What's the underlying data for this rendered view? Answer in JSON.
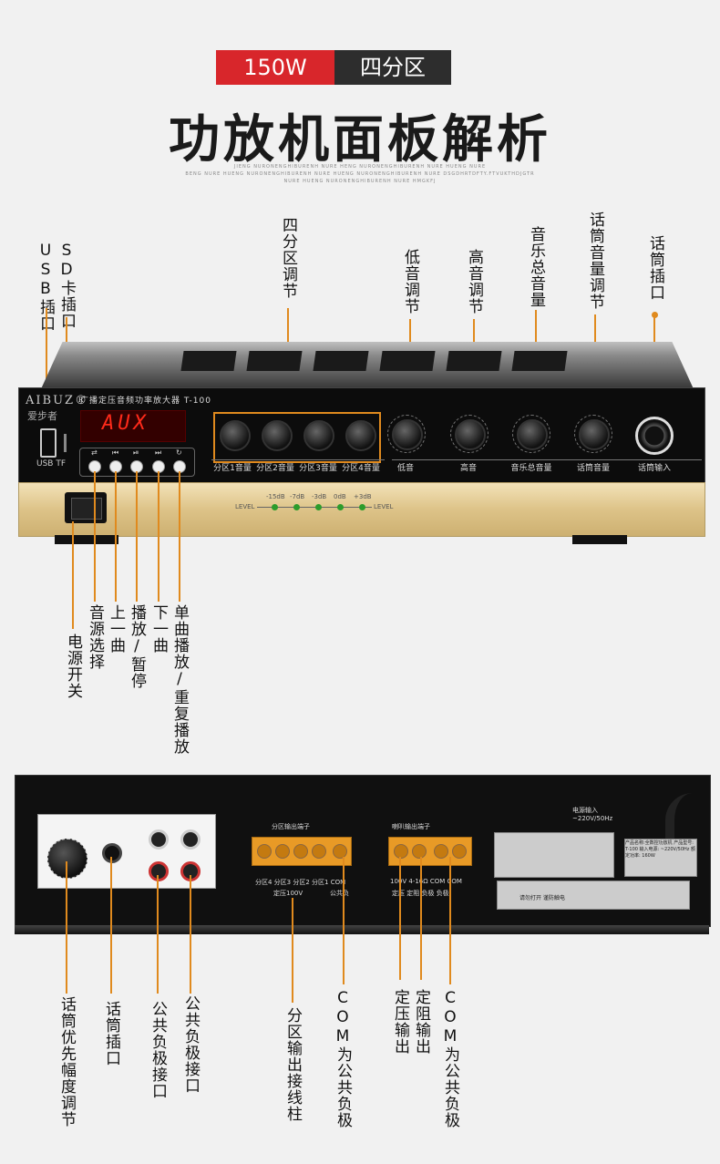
{
  "header": {
    "tag_power": "150W",
    "tag_zones": "四分区",
    "title": "功放机面板解析",
    "sub1": "JIENG NURONENGHIBURENH NURE HENG NURONENGHIBURENH NURE HUENG NURE",
    "sub2": "BENG NURE HUENG NURONENGHIBURENH NURE HUENG NURONENGHIBURENH NURE DSGDHRTDFTY.FTVUKTHDJGTR",
    "sub3": "NURE HUENG NURONENGHIBURENH NURE HMGKFJ"
  },
  "front": {
    "brand": "AIBUZ®",
    "brand_cn": "爱步者",
    "model": "广播定压音频功率放大器  T-100",
    "display": "AUX",
    "usb_tf": "USB  TF",
    "knobs": [
      "分区1音量",
      "分区2音量",
      "分区3音量",
      "分区4音量",
      "低音",
      "高音",
      "音乐总音量",
      "话筒音量",
      "话筒输入"
    ],
    "level_left": "LEVEL",
    "level_right": "LEVEL",
    "level_marks": [
      "-15dB",
      "-7dB",
      "-3dB",
      "0dB",
      "+3dB"
    ],
    "buttons": [
      "⇄",
      "⏮",
      "⏯",
      "⏭",
      "↻"
    ]
  },
  "front_labels_top": [
    {
      "id": "usb",
      "text": "USB插口"
    },
    {
      "id": "sd",
      "text": "SD卡插口"
    },
    {
      "id": "zones",
      "text": "四分区调节"
    },
    {
      "id": "bass",
      "text": "低音调节"
    },
    {
      "id": "treble",
      "text": "高音调节"
    },
    {
      "id": "master",
      "text": "音乐总音量"
    },
    {
      "id": "micvol",
      "text": "话筒音量调节"
    },
    {
      "id": "mic",
      "text": "话筒插口"
    }
  ],
  "front_labels_bottom": [
    {
      "id": "power",
      "text": "电源开关"
    },
    {
      "id": "source",
      "text": "音源选择"
    },
    {
      "id": "prev",
      "text": "上一曲"
    },
    {
      "id": "play",
      "text": "播放/暂停"
    },
    {
      "id": "next",
      "text": "下一曲"
    },
    {
      "id": "repeat",
      "text": "单曲播放/重复播放"
    }
  ],
  "rear": {
    "zone_out": "分区输出端子",
    "speaker_out": "喇叭输出端子",
    "zone_terms": "分区4 分区3 分区2 分区1  COM",
    "zone_sub": "定压100V",
    "com_sub": "公共负",
    "spk_terms": "100V 4-16Ω COM COM",
    "spk_sub": "定压 定阻 负极 负极",
    "power_in": "电源输入",
    "voltage": "~220V/50Hz",
    "product": "产品名称:全数控功放机  产品型号: T-100  输入电源: ~220V/50Hz  额定功率: 160W",
    "warn": "请勿打开 谨防触电"
  },
  "rear_labels": [
    {
      "id": "priority",
      "text": "话筒优先幅度调节"
    },
    {
      "id": "micjack",
      "text": "话筒插口"
    },
    {
      "id": "neg1",
      "text": "公共负极接口"
    },
    {
      "id": "neg2",
      "text": "公共负极接口"
    },
    {
      "id": "zoneterm",
      "text": "分区输出接线柱"
    },
    {
      "id": "com1",
      "text": "COM为公共负极"
    },
    {
      "id": "cv",
      "text": "定压输出"
    },
    {
      "id": "ci",
      "text": "定阻输出"
    },
    {
      "id": "com2",
      "text": "COM为公共负极"
    }
  ]
}
